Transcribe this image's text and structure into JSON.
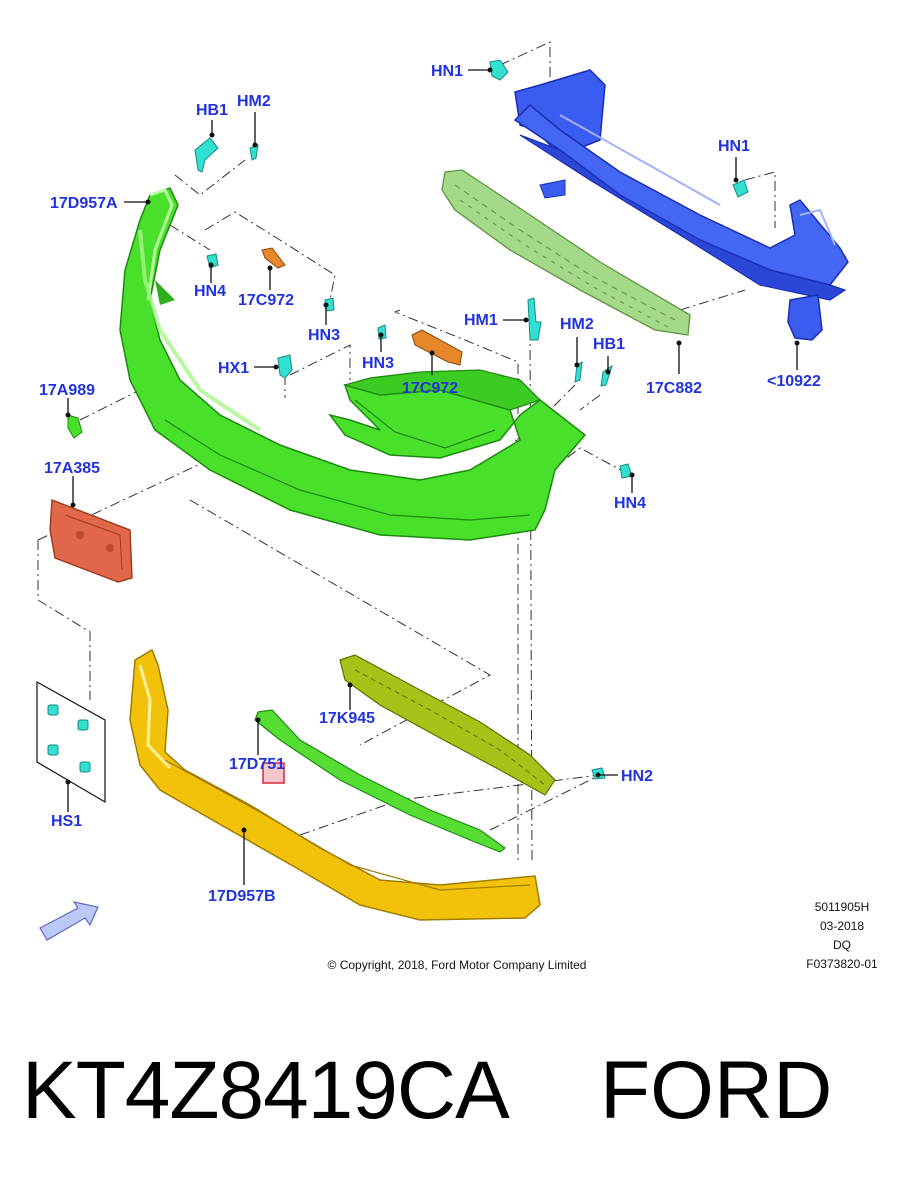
{
  "callouts": {
    "hn1_top": "HN1",
    "hb1_left": "HB1",
    "hm2_left": "HM2",
    "c17d957a": "17D957A",
    "hn1_right": "HN1",
    "hn4_left": "HN4",
    "c17c972_left": "17C972",
    "hn3_left": "HN3",
    "hm1": "HM1",
    "hm2_right": "HM2",
    "hb1_right": "HB1",
    "hx1": "HX1",
    "hn3_mid": "HN3",
    "c17c972_mid": "17C972",
    "c17c882": "17C882",
    "c10922": "<10922",
    "c17a989": "17A989",
    "c17a385": "17A385",
    "hn4_right": "HN4",
    "c17k945": "17K945",
    "c17d751": "17D751",
    "hn2": "HN2",
    "hs1": "HS1",
    "c17d957b": "17D957B"
  },
  "meta": {
    "code": "5011905H",
    "date": "03-2018",
    "initials": "DQ",
    "figure": "F0373820-01",
    "copyright": "© Copyright, 2018, Ford Motor Company Limited"
  },
  "footer": {
    "part_number": "KT4Z8419CA",
    "brand": "FORD"
  },
  "colors": {
    "callout_text": "#2233dd",
    "front_bumper_cover": "#44dd22",
    "lower_valance": "#f0c000",
    "reinforcement": "#3355ee",
    "absorber": "#99cc77",
    "license_bracket": "#e06040",
    "deflector": "#99bb00",
    "fastener": "#22ddcc",
    "highlight_box": "#dd2233"
  }
}
